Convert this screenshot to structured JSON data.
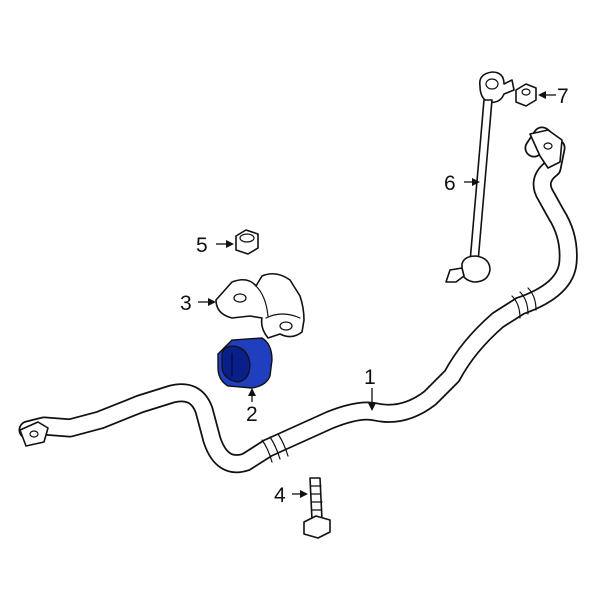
{
  "callouts": {
    "c1": "1",
    "c2": "2",
    "c3": "3",
    "c4": "4",
    "c5": "5",
    "c6": "6",
    "c7": "7"
  },
  "colors": {
    "highlight": "#1f3fbf",
    "highlight_dark": "#0a1f8a",
    "line": "#111111",
    "background": "#ffffff"
  }
}
